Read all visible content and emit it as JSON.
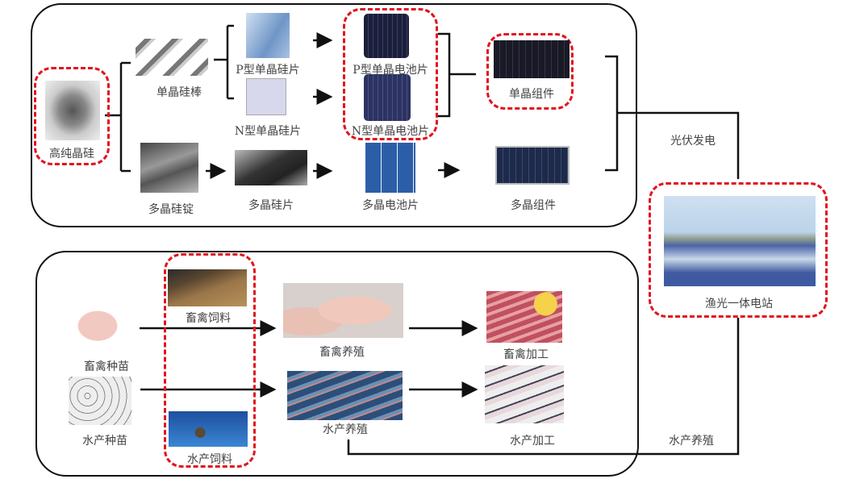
{
  "colors": {
    "highlight": "#e0141e",
    "line": "#111111"
  },
  "pv_chain": {
    "high_purity_silicon": "高纯晶硅",
    "mono_ingot": "单晶硅棒",
    "p_wafer": "P型单晶硅片",
    "n_wafer": "N型单晶硅片",
    "p_cell": "P型单晶电池片",
    "n_cell": "N型单晶电池片",
    "mono_module": "单晶组件",
    "poly_ingot": "多晶硅锭",
    "poly_wafer": "多晶硅片",
    "poly_cell": "多晶电池片",
    "poly_module": "多晶组件"
  },
  "agri_chain": {
    "livestock_seedling": "畜禽种苗",
    "aqua_seedling": "水产种苗",
    "livestock_feed": "畜禽饲料",
    "aqua_feed": "水产饲料",
    "livestock_farming": "畜禽养殖",
    "aqua_farming": "水产养殖",
    "livestock_processing": "畜禽加工",
    "aqua_processing": "水产加工"
  },
  "connector": {
    "pv_power": "光伏发电",
    "fishery_pv_station": "渔光一体电站",
    "aquaculture": "水产养殖"
  }
}
